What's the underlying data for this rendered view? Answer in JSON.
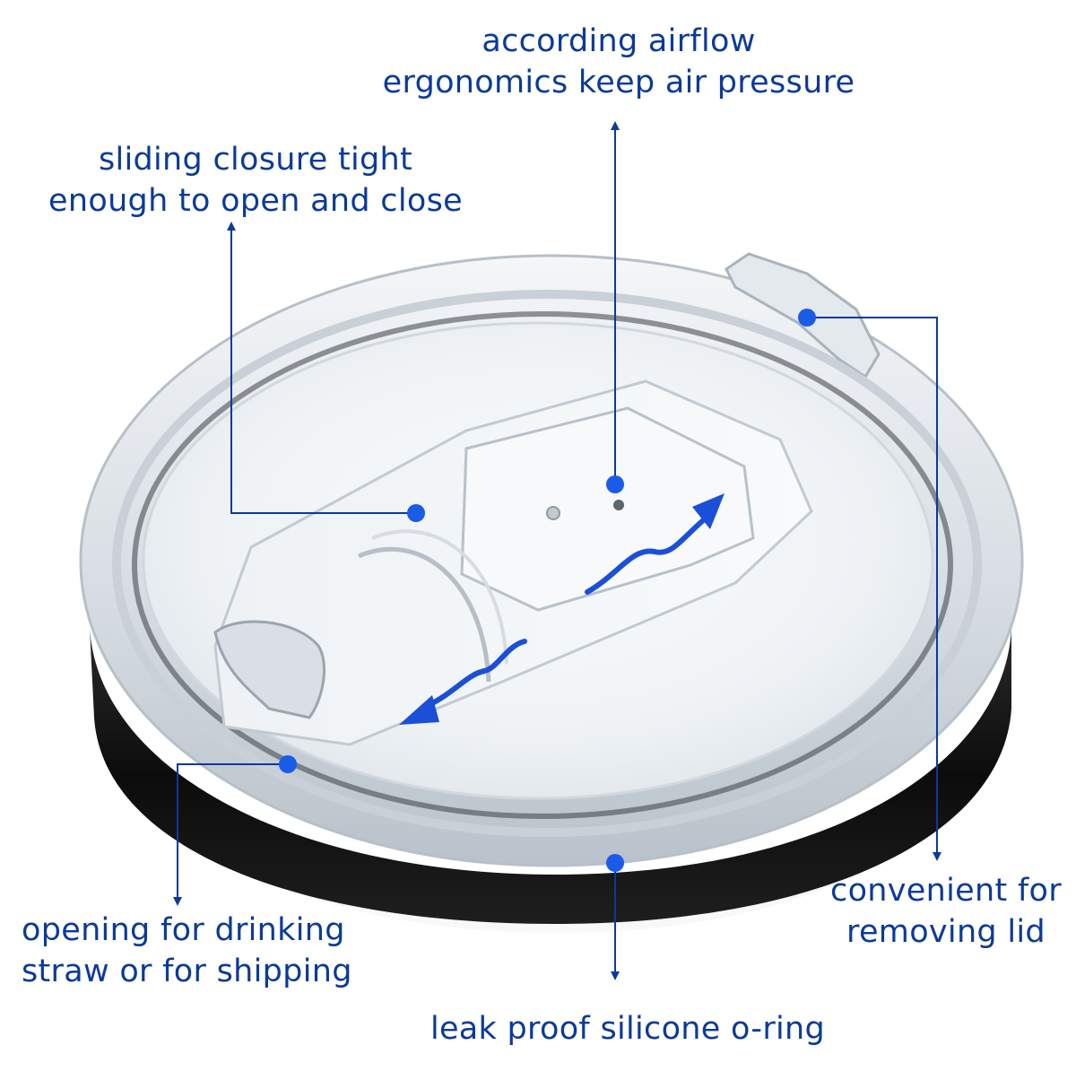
{
  "colors": {
    "annotation_text": "#0b3a99",
    "annotation_line": "#0b3a99",
    "marker_dot": "#1a5ce8",
    "flow_arrow": "#1b4fd8",
    "lid_clear": "#e9eef3",
    "oring_black": "#111111",
    "background": "#ffffff"
  },
  "annotations": {
    "airflow": {
      "line1": "according airflow",
      "line2": "ergonomics keep air pressure"
    },
    "sliding": {
      "line1": "sliding closure tight",
      "line2": "enough to open and close"
    },
    "removing": {
      "line1": "convenient for",
      "line2": "removing lid"
    },
    "opening": {
      "line1": "opening for drinking",
      "line2": "straw or for shipping"
    },
    "oring": {
      "line1": "leak proof silicone o-ring"
    }
  },
  "icons": {
    "marker": "filled-circle-dot",
    "leader_end": "arrowhead",
    "flow": "wavy-arrow"
  }
}
